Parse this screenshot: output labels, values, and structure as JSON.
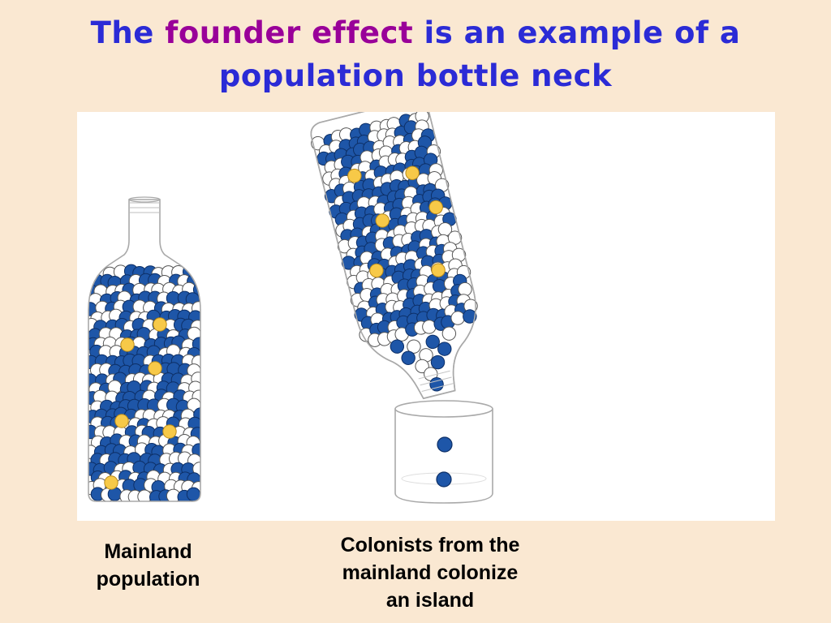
{
  "title": {
    "part1": "The ",
    "highlight": "founder effect",
    "part2": " is an example of a population bottle neck"
  },
  "captions": {
    "mainland_line1": "Mainland",
    "mainland_line2": "population",
    "colonists_line1": "Colonists from the",
    "colonists_line2": "mainland colonize",
    "colonists_line3": "an island"
  },
  "colors": {
    "title": "#2b2bd6",
    "highlight": "#990099",
    "background": "#fae8d2",
    "bead_blue": "#1e56a8",
    "bead_white": "#ffffff",
    "bead_yellow": "#f7c948"
  }
}
